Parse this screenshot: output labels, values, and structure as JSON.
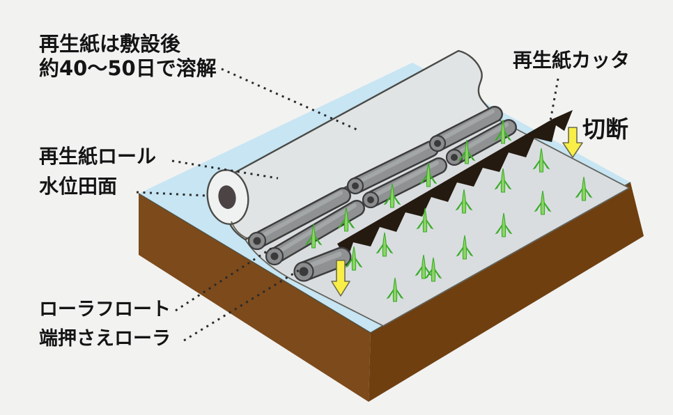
{
  "palette": {
    "bg": "#f2f2f1",
    "ink": "#141414",
    "water": "#c7e5f3",
    "soil-left": "#7d4a1b",
    "soil-right": "#6f3f10",
    "paper": "#d9dde0",
    "drape": "#e1e4e5",
    "roll": "#f0f2f2",
    "roll-core": "#4b4344",
    "tube": "#8f9192",
    "tube-dark": "#3c3c3c",
    "tube-cap": "#8a8c8d",
    "tube-bore": "#3a3a3a",
    "cutter": "#241a10",
    "leaf": "#3cab2b",
    "leaf-light": "#8bd463",
    "arrow-yellow": "#f8ee47",
    "arrow-outline": "#6b6b4f",
    "line": "#2a2a2a"
  },
  "labels": {
    "dissolve": {
      "line1": "再生紙は敷設後",
      "line2": "約40〜50日で溶解"
    },
    "paper_cutter": "再生紙カッタ",
    "cut": "切断",
    "paper_roll": "再生紙ロール",
    "water_level": "水位田面",
    "roller_float": "ローラフロート",
    "edge_roller": "端押さえローラ"
  },
  "icons": {
    "cut_arrow": "down-arrow-yellow",
    "press_arrow": "down-arrow-yellow",
    "leaders": "dotted-leader-line"
  }
}
